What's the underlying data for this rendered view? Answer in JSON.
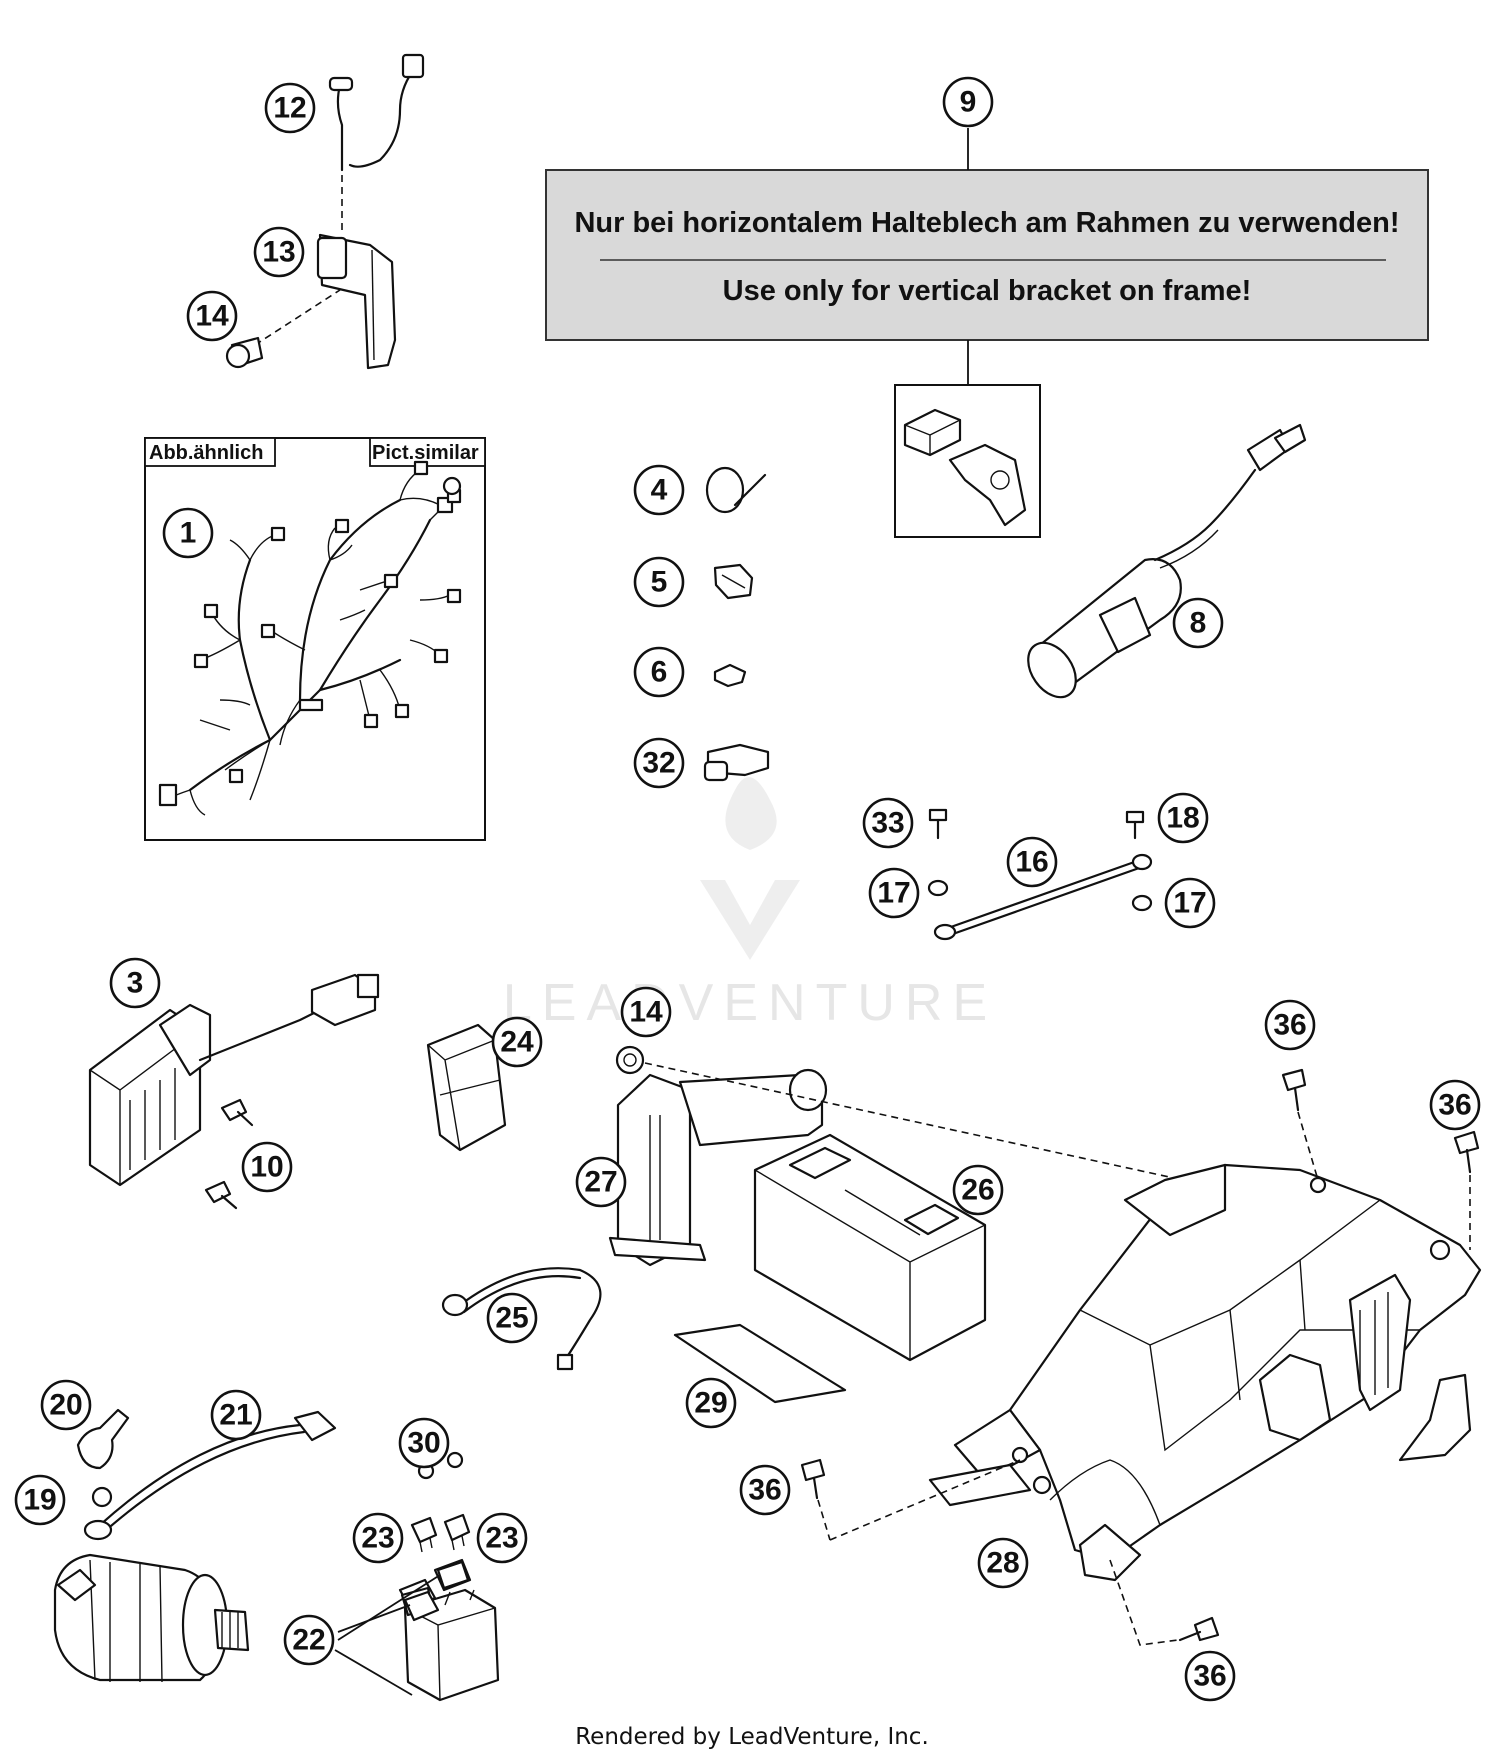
{
  "note": {
    "line_de": "Nur bei horizontalem Halteblech am Rahmen zu verwenden!",
    "line_en": "Use only for vertical bracket on frame!"
  },
  "inset": {
    "tag_left": "Abb.ähnlich",
    "tag_right": "Pict.similar"
  },
  "watermark": "LEADVENTURE",
  "credit": "Rendered by LeadVenture, Inc.",
  "callouts": [
    {
      "id": "c12",
      "n": "12"
    },
    {
      "id": "c13",
      "n": "13"
    },
    {
      "id": "c14a",
      "n": "14"
    },
    {
      "id": "c9",
      "n": "9"
    },
    {
      "id": "c1",
      "n": "1"
    },
    {
      "id": "c4",
      "n": "4"
    },
    {
      "id": "c5",
      "n": "5"
    },
    {
      "id": "c6",
      "n": "6"
    },
    {
      "id": "c32",
      "n": "32"
    },
    {
      "id": "c8",
      "n": "8"
    },
    {
      "id": "c33",
      "n": "33"
    },
    {
      "id": "c18",
      "n": "18"
    },
    {
      "id": "c16",
      "n": "16"
    },
    {
      "id": "c17a",
      "n": "17"
    },
    {
      "id": "c17b",
      "n": "17"
    },
    {
      "id": "c3",
      "n": "3"
    },
    {
      "id": "c14b",
      "n": "14"
    },
    {
      "id": "c24",
      "n": "24"
    },
    {
      "id": "c36a",
      "n": "36"
    },
    {
      "id": "c36b",
      "n": "36"
    },
    {
      "id": "c10",
      "n": "10"
    },
    {
      "id": "c27",
      "n": "27"
    },
    {
      "id": "c26",
      "n": "26"
    },
    {
      "id": "c25",
      "n": "25"
    },
    {
      "id": "c29",
      "n": "29"
    },
    {
      "id": "c20",
      "n": "20"
    },
    {
      "id": "c21",
      "n": "21"
    },
    {
      "id": "c30",
      "n": "30"
    },
    {
      "id": "c19",
      "n": "19"
    },
    {
      "id": "c36c",
      "n": "36"
    },
    {
      "id": "c23a",
      "n": "23"
    },
    {
      "id": "c23b",
      "n": "23"
    },
    {
      "id": "c28",
      "n": "28"
    },
    {
      "id": "c22",
      "n": "22"
    },
    {
      "id": "c36d",
      "n": "36"
    }
  ]
}
